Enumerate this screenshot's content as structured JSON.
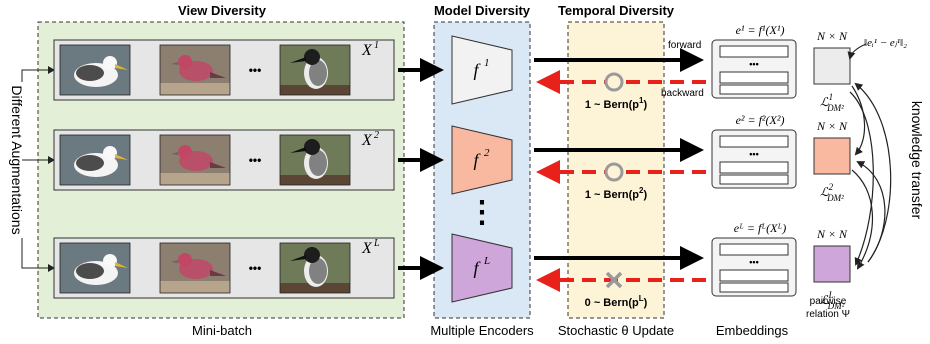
{
  "headers": {
    "view": "View Diversity",
    "model": "Model Diversity",
    "temporal": "Temporal Diversity"
  },
  "left_label": "Different Augmentations",
  "rows": [
    {
      "x_label": "X",
      "x_sup": "1",
      "images": [
        "albatross",
        "finch",
        "kingfisher"
      ],
      "encoder": {
        "base": "f",
        "sup": "1",
        "color": "#f2f2f2"
      },
      "bern": {
        "prefix": "1 ~ Bern(p",
        "sup": "1",
        "suffix": ")"
      },
      "gate": "open",
      "embed_eq": "e¹ = f¹(X¹)",
      "dm": {
        "base": "ℒ",
        "sup": "1",
        "sub": "DM²",
        "color": "#ececec"
      }
    },
    {
      "x_label": "X",
      "x_sup": "2",
      "images": [
        "albatross",
        "finch",
        "kingfisher"
      ],
      "encoder": {
        "base": "f",
        "sup": "2",
        "color": "#f9b9a0"
      },
      "bern": {
        "prefix": "1 ~ Bern(p",
        "sup": "2",
        "suffix": ")"
      },
      "gate": "open",
      "embed_eq": "e² = f²(X²)",
      "dm": {
        "base": "ℒ",
        "sup": "2",
        "sub": "DM²",
        "color": "#f9b9a0"
      }
    },
    {
      "x_label": "X",
      "x_sup": "L",
      "images": [
        "albatross",
        "finch",
        "kingfisher"
      ],
      "encoder": {
        "base": "f",
        "sup": "L",
        "color": "#cfa6d9"
      },
      "bern": {
        "prefix": "0 ~ Bern(p",
        "sup": "L",
        "suffix": ")"
      },
      "gate": "closed",
      "embed_eq": "eᴸ = fᴸ(Xᴸ)",
      "dm": {
        "base": "ℒ",
        "sup": "L",
        "sub": "DM²",
        "color": "#cfa6d9"
      }
    }
  ],
  "ellipsis": "•••",
  "vdots": "⋮",
  "forward": "forward",
  "backward": "backward",
  "nn_label": "N × N",
  "norm_label": "‖eᵢ¹ − eⱼ¹‖₂",
  "knowledge": "knowledge transfer",
  "pairwise": "pairwise",
  "relation": "relation Ψ",
  "footers": {
    "minibatch": "Mini-batch",
    "encoders": "Multiple Encoders",
    "stochastic": "Stochastic θ Update",
    "embeddings": "Embeddings"
  },
  "colors": {
    "minibatch_bg": "#e3efd6",
    "encoder_bg": "#dae7f5",
    "temporal_bg": "#fdf4d7",
    "backward_red": "#e8221b",
    "gate_gray": "#9a9a9a"
  }
}
